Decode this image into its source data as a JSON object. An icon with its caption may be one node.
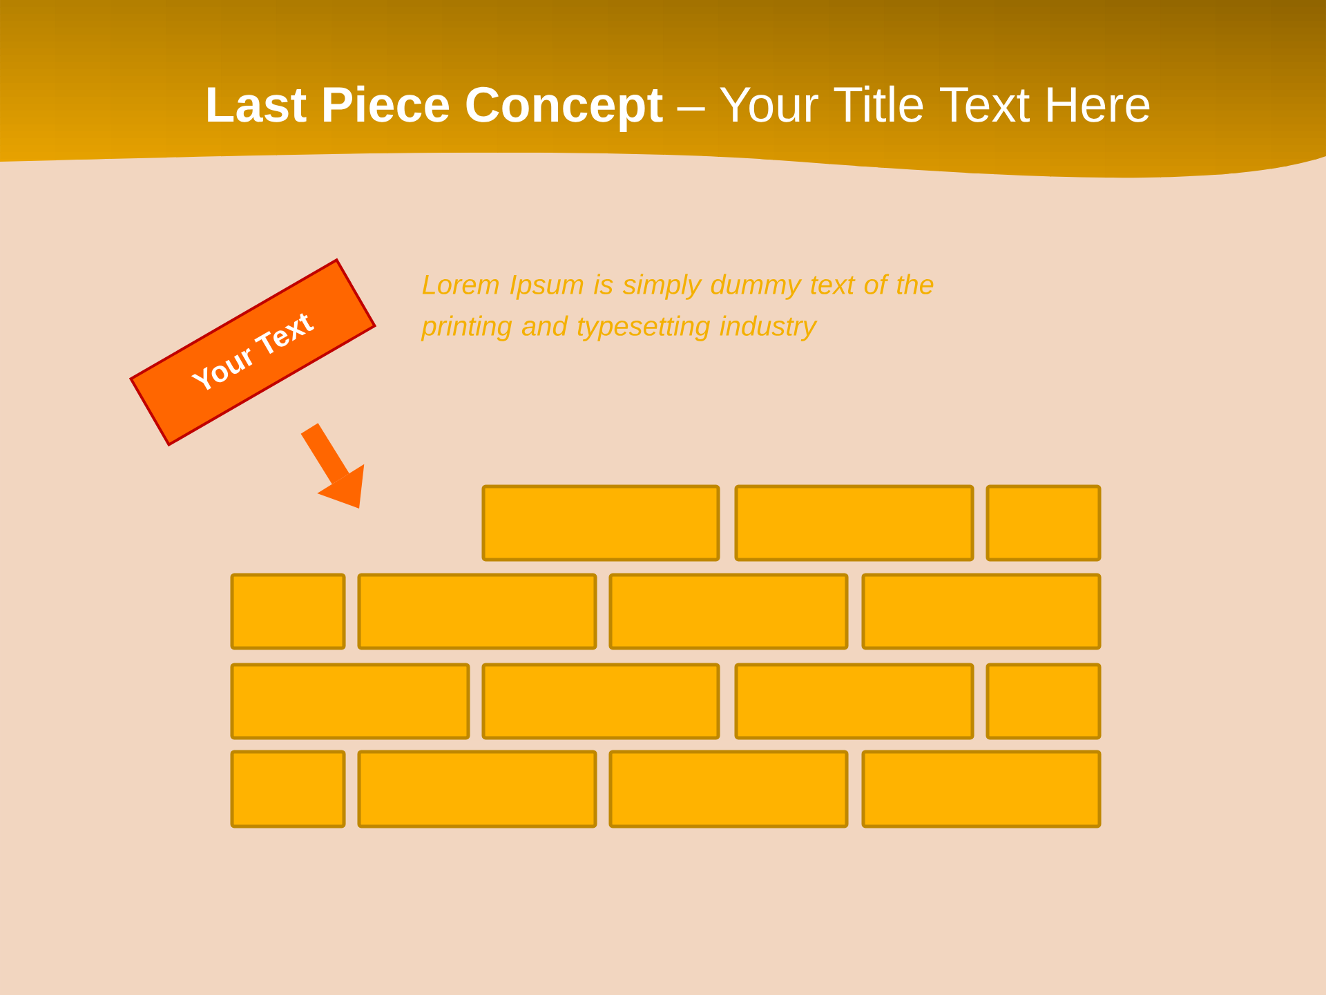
{
  "diagram": {
    "title": "**Last Piece Concept** – Your Title Text Here",
    "nodes": [
      {
        "text": [
          "Your Text"
        ]
      },
      {
        "text": [],
        "shape": "box"
      },
      {
        "text": [],
        "shape": "box"
      },
      {
        "text": [],
        "shape": "box"
      },
      {
        "text": [],
        "shape": "box"
      },
      {
        "text": [],
        "shape": "box"
      },
      {
        "text": [],
        "shape": "box"
      },
      {
        "text": [],
        "shape": "box"
      },
      {
        "text": [],
        "shape": "box"
      },
      {
        "text": [],
        "shape": "box"
      },
      {
        "text": [],
        "shape": "box"
      },
      {
        "text": [],
        "shape": "box"
      },
      {
        "text": [],
        "shape": "box"
      },
      {
        "text": [],
        "shape": "box"
      },
      {
        "text": [],
        "shape": "box"
      },
      {
        "text": [],
        "shape": "box"
      }
    ],
    "labels": [
      "Lorem Ipsum is simply dummy text of the printing and typesetting industry"
    ]
  }
}
